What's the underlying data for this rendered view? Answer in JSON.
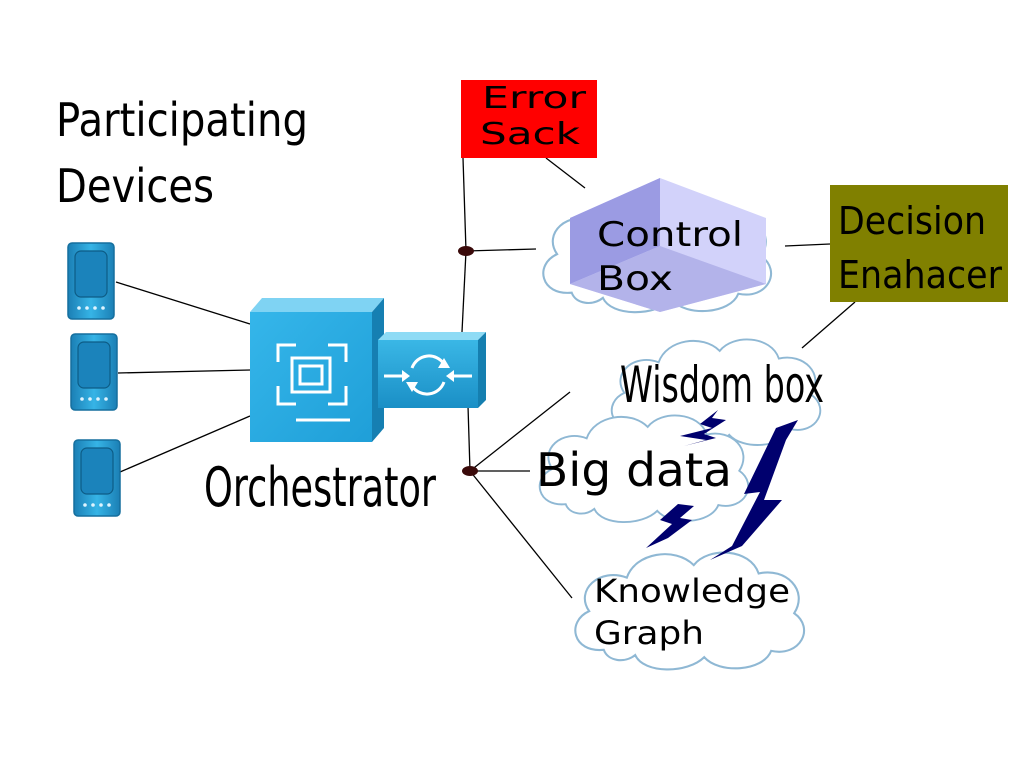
{
  "participating_devices": {
    "line1": "Participating",
    "line2": "Devices"
  },
  "orchestrator": {
    "label": "Orchestrator"
  },
  "error_sack": {
    "line1": "Error",
    "line2": "Sack",
    "color": "#ff0000"
  },
  "control_box": {
    "line1": "Control",
    "line2": "Box"
  },
  "decision_enhancer": {
    "line1": "Decision",
    "line2": "Enahacer",
    "color": "#808000"
  },
  "wisdom_box": {
    "label": "Wisdom box"
  },
  "big_data": {
    "label": "Big data"
  },
  "knowledge_graph": {
    "line1": "Knowledge",
    "line2": "Graph"
  },
  "colors": {
    "device_blue": "#29a8e0",
    "cloud_outline": "#8fb8d4",
    "lightning": "#00006e",
    "junction": "#3a0a0a"
  }
}
